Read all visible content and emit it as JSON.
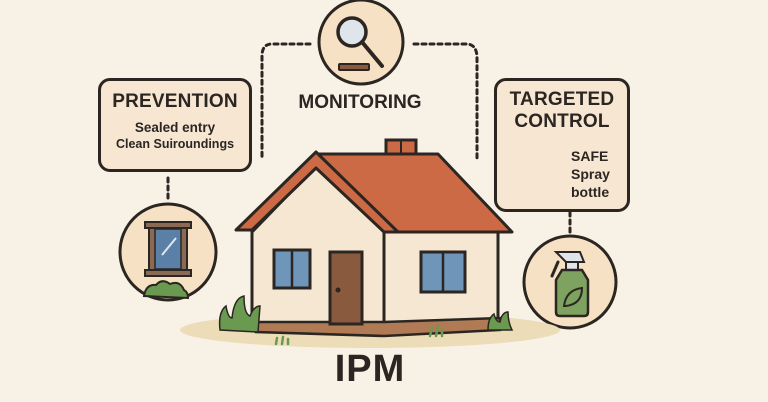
{
  "diagram": {
    "center_label": "IPM",
    "prevention": {
      "title": "PREVENTION",
      "lines": [
        "Sealed entry",
        "Clean Suiroundings"
      ],
      "icon": "window-icon"
    },
    "monitoring": {
      "title": "MONITORING",
      "icon": "magnifying-glass-icon"
    },
    "targeted_control": {
      "title_line1": "TARGETED",
      "title_line2": "CONTROL",
      "lines": [
        "SAFE",
        "Spray",
        "bottle"
      ],
      "icons": [
        "ladybug-icon",
        "bug-icon",
        "trap-icon"
      ],
      "bottom_icon": "spray-bottle-icon"
    },
    "house": {
      "icon": "house-icon"
    }
  },
  "colors": {
    "background": "#f8f1e6",
    "card_fill": "#f6e6d2",
    "outline": "#2b2622",
    "roof": "#cc6a45",
    "wall": "#f5e7d2",
    "window": "#6f95b8",
    "door": "#8a5a3e",
    "grass": "#6a9a4f",
    "ground": "#ecdcb8"
  }
}
